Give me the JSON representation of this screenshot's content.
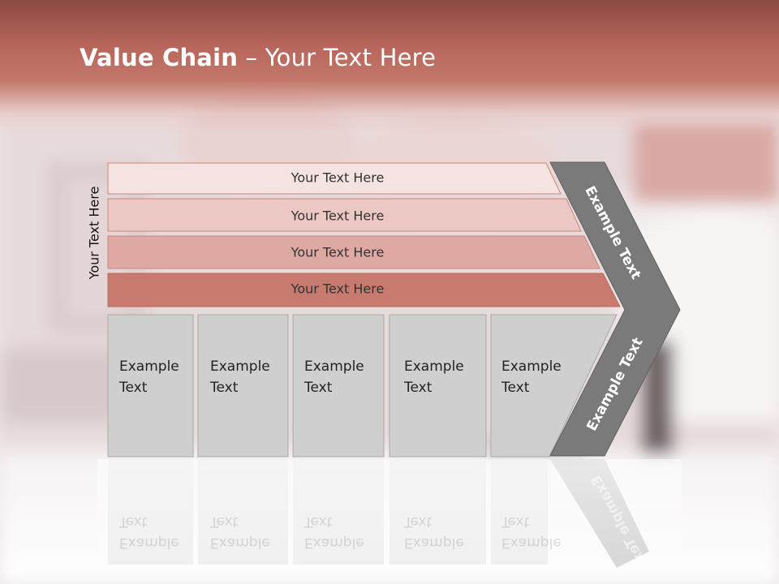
{
  "title": {
    "bold": "Value Chain",
    "rest": " – Your Text Here"
  },
  "side_label": "Your Text Here",
  "bars": [
    {
      "label": "Your Text Here",
      "color": "#f4e3e1"
    },
    {
      "label": "Your Text Here",
      "color": "#ebc8c3"
    },
    {
      "label": "Your Text Here",
      "color": "#dea9a2"
    },
    {
      "label": "Your Text Here",
      "color": "#c87a6e"
    }
  ],
  "boxes": [
    {
      "line1": "Example",
      "line2": "Text"
    },
    {
      "line1": "Example",
      "line2": "Text"
    },
    {
      "line1": "Example",
      "line2": "Text"
    },
    {
      "line1": "Example",
      "line2": "Text"
    },
    {
      "line1": "Example",
      "line2": "Text"
    }
  ],
  "arrow_top_label": "Example Text",
  "arrow_bottom_label": "Example Text",
  "colors": {
    "header": "#b8665b",
    "arrow_fill": "#7a7a7a",
    "box_fill": "#cfcfcf"
  }
}
